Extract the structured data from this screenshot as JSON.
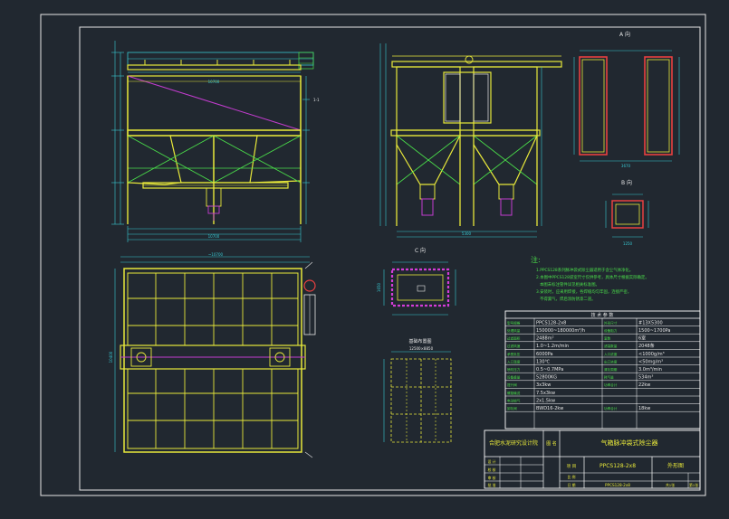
{
  "colors": {
    "background": "#212830",
    "frame": "#e6e6e6",
    "steel": "#e8e83a",
    "dimension": "#37c8d2",
    "brace": "#4ade4a",
    "gas_line": "#c33ccf",
    "magenta": "#d43cd8",
    "table_line": "#ffffff",
    "table_text": "#4ade4a",
    "title_text": "#e8e83a"
  },
  "views": {
    "end_view_a_label": "A 向",
    "view_b_label": "B 向",
    "view_c_label": "C 向",
    "base_view_label": "基础布置图"
  },
  "notes": {
    "heading": "注:",
    "lines": [
      "1.PPCS128系列脉冲袋式除尘器适用于含尘气体净化。",
      "2.本图中PPCS128袋室尺寸仅供参考，具体尺寸根据实际确定。",
      "本图未标注管件详见相关标准图。",
      "3.安装时，应采用焊接，各焊缝均匀牢固，连接严密，",
      "不得漏气，焊后涂防锈漆二道。"
    ]
  },
  "spec_table": {
    "title": "技 术 参 数",
    "rows": [
      [
        "型号规格",
        "PPCS128-2x8",
        "外形尺寸",
        "#13X5300"
      ],
      [
        "处理风量",
        "150000~180000m³/h",
        "设备阻力",
        "1500~1700Pa"
      ],
      [
        "过滤面积",
        "2488m²",
        "室数",
        "6室"
      ],
      [
        "过滤风速",
        "1.0~1.2m/min",
        "滤袋数量",
        "2048条"
      ],
      [
        "承受负压",
        "6000Pa",
        "入口浓度",
        "<1000g/m³"
      ],
      [
        "入口温度",
        "130℃",
        "出口浓度",
        "<50mg/m³"
      ],
      [
        "喷吹压力",
        "0.5~0.7MPa",
        "清灰周期",
        "3.0m³/min"
      ],
      [
        "设备重量",
        "52800KG",
        "耗气量",
        "534m³"
      ]
    ],
    "motor_rows": [
      [
        "提升阀",
        "3x3kw",
        "功率合计",
        "22kw"
      ],
      [
        "螺旋输送",
        "7.5x3kw",
        "",
        ""
      ],
      [
        "电动锁气",
        "2x1.5kw",
        "",
        ""
      ],
      [
        "卸灰阀",
        "BWD16-2kw",
        "功率合计",
        "18kw"
      ]
    ]
  },
  "title_block": {
    "company": "合肥水泥研究设计院",
    "drawing_label": "图 名",
    "drawing_name": "气箱脉冲袋式除尘器",
    "model": "PPCS128-2x8",
    "sheet_type": "外形图",
    "drawing_no": "PPCS128-2x8",
    "sheet_count": "共1张",
    "sheet_no": "第1张",
    "row_labels": [
      "设 计",
      "校 核",
      "审 核",
      "批 准"
    ],
    "project_label": "项 目",
    "scale_label": "比 例",
    "date_label": "日 期"
  },
  "dimension_labels": {
    "top_total": "10700",
    "plan_total": "~10700",
    "left_height": "10400",
    "section": "1-1",
    "right_front_width": "5300",
    "a_view_width": "3670",
    "base_width": "12500×8850",
    "c_view_width": "1250",
    "c_view_height": "1650"
  }
}
